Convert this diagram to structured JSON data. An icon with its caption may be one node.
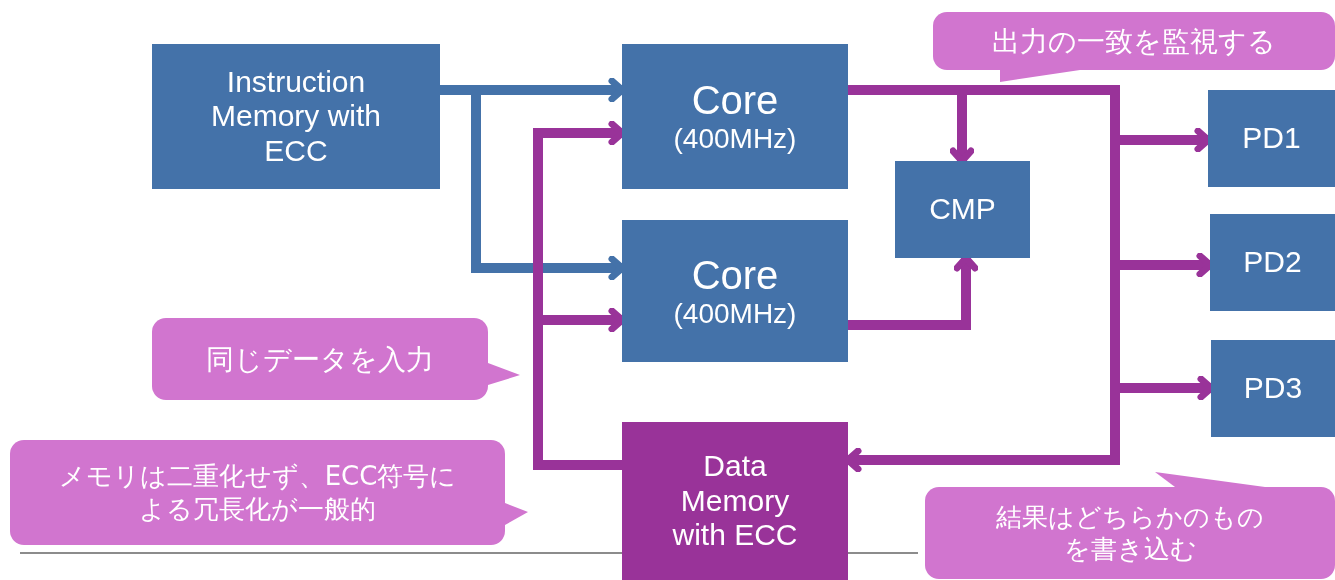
{
  "diagram": {
    "nodes": [
      {
        "text": [
          "Instruction Memory with ECC"
        ]
      },
      {
        "text": [
          "Core",
          "(400MHz)"
        ]
      },
      {
        "text": [
          "Core",
          "(400MHz)"
        ]
      },
      {
        "text": [
          "CMP"
        ]
      },
      {
        "text": [
          "PD1"
        ]
      },
      {
        "text": [
          "PD2"
        ]
      },
      {
        "text": [
          "PD3"
        ]
      },
      {
        "text": [
          "Data Memory with ECC"
        ]
      },
      {
        "text": [
          "出力の一致を監視する"
        ]
      },
      {
        "text": [
          "同じデータを入力"
        ]
      },
      {
        "text": [
          "メモリは二重化せず、ECC符号による冗長化が一般的"
        ]
      },
      {
        "text": [
          "結果はどちらかのものを書き込む"
        ]
      }
    ],
    "edges": [
      {
        "from": 0,
        "to": 1,
        "arrow": "to",
        "color": "#4472a9"
      },
      {
        "from": 0,
        "to": 2,
        "arrow": "to",
        "color": "#4472a9"
      },
      {
        "from": 7,
        "to": 1,
        "arrow": "to"
      },
      {
        "from": 7,
        "to": 2,
        "arrow": "to"
      },
      {
        "from": 1,
        "to": 3,
        "arrow": "to"
      },
      {
        "from": 2,
        "to": 3,
        "arrow": "to"
      },
      {
        "from": 1,
        "to": 4,
        "arrow": "to"
      },
      {
        "from": 1,
        "to": 5,
        "arrow": "to"
      },
      {
        "from": 1,
        "to": 6,
        "arrow": "to"
      },
      {
        "from": 1,
        "to": 7,
        "arrow": "to"
      }
    ]
  }
}
